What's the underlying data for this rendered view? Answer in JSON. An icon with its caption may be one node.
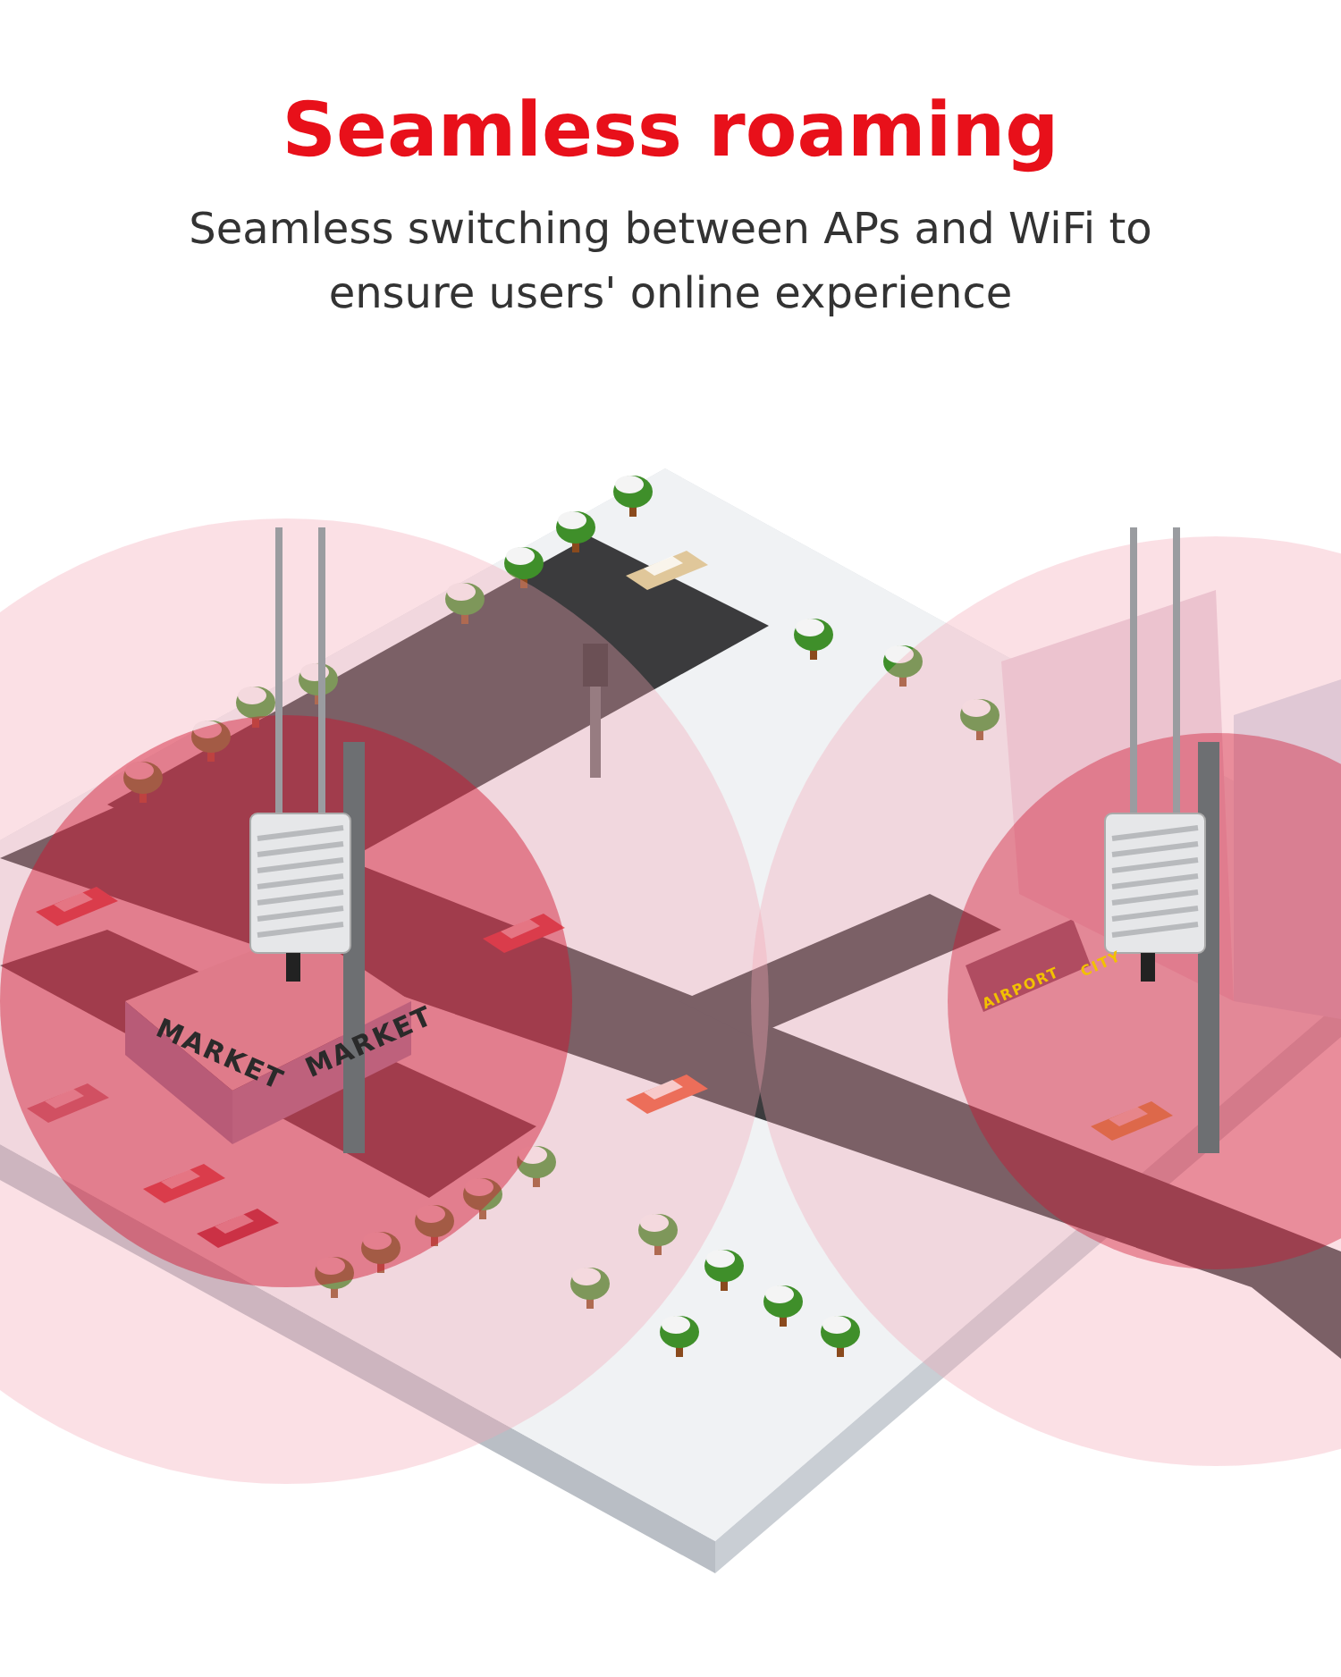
{
  "diagram": {
    "title": "Seamless roaming",
    "labels": [
      "Seamless switching between APs and WiFi to ensure users' online experience",
      "MARKET",
      "MARKET",
      "AIRPORT",
      "CITY"
    ]
  }
}
